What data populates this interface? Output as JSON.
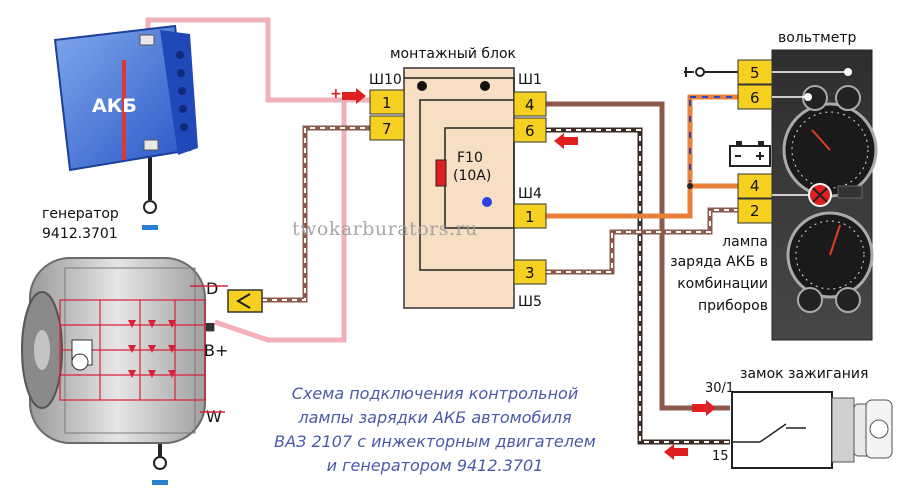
{
  "diagram": {
    "title_lines": [
      "Схема подключения контрольной",
      "лампы зарядки АКБ автомобиля",
      "ВАЗ 2107 с инжекторным двигателем",
      "и генератором 9412.3701"
    ],
    "watermark": "twokarburators.ru",
    "battery": {
      "label": "АКБ"
    },
    "generator": {
      "label_line1": "генератор",
      "label_line2": "9412.3701",
      "terminals": {
        "d": "D",
        "bplus": "B+",
        "w": "W"
      }
    },
    "mount_block": {
      "title": "монтажный блок",
      "fuse_name": "F10",
      "fuse_rating": "(10A)",
      "connectors": {
        "sh10": "Ш10",
        "sh1": "Ш1",
        "sh4": "Ш4",
        "sh5": "Ш5"
      },
      "pins": {
        "sh10_a": "1",
        "sh10_b": "7",
        "sh1_a": "4",
        "sh1_b": "6",
        "sh4": "1",
        "sh5": "3"
      }
    },
    "voltmeter": {
      "title": "вольтметр",
      "pin_top": "5",
      "pin_bottom": "6"
    },
    "lamp": {
      "pin_top": "4",
      "pin_bottom": "2",
      "label_lines": [
        "лампа",
        "заряда АКБ в",
        "комбинации",
        "приборов"
      ]
    },
    "ignition": {
      "title": "замок зажигания",
      "terminal_top": "30/1",
      "terminal_bottom": "15"
    },
    "colors": {
      "pink": "#f2b0b8",
      "brown": "#8b5a4a",
      "orange": "#e8803c",
      "pin_fill": "#f5d020",
      "block_fill": "#f7dfc3",
      "arrow_red": "#e02020",
      "title_blue": "#4a5aa8"
    }
  }
}
